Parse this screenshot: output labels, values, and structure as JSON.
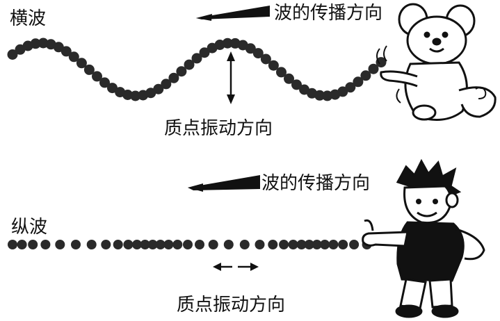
{
  "transverse": {
    "title": "横波",
    "propagation_label": "波的传播方向",
    "vibration_label": "质点振动方向"
  },
  "longitudinal": {
    "title": "纵波",
    "propagation_label": "波的传播方向",
    "vibration_label": "质点振动方向"
  },
  "colors": {
    "ink": "#111111",
    "bead": "#2a2a2a",
    "background": "#ffffff"
  },
  "figures": [
    "teddy-bear-figure",
    "cartoon-boy-figure"
  ]
}
